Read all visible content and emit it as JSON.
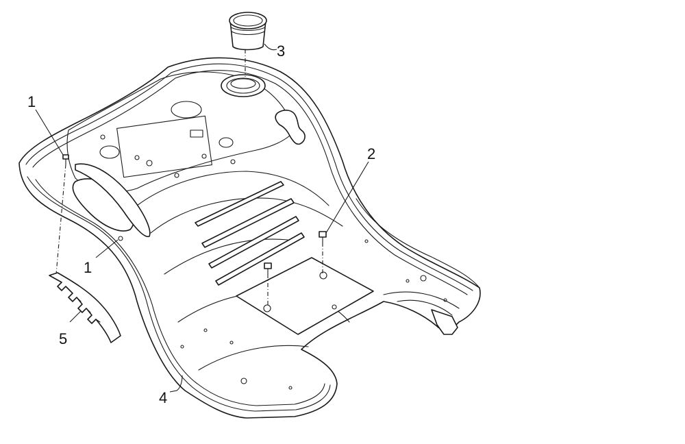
{
  "diagram": {
    "callouts": [
      {
        "id": "c1a",
        "label": "1"
      },
      {
        "id": "c1b",
        "label": "1"
      },
      {
        "id": "c2",
        "label": "2"
      },
      {
        "id": "c3",
        "label": "3"
      },
      {
        "id": "c4",
        "label": "4"
      },
      {
        "id": "c5",
        "label": "5"
      }
    ],
    "line_color": "#1a1a1a",
    "background": "#ffffff"
  }
}
